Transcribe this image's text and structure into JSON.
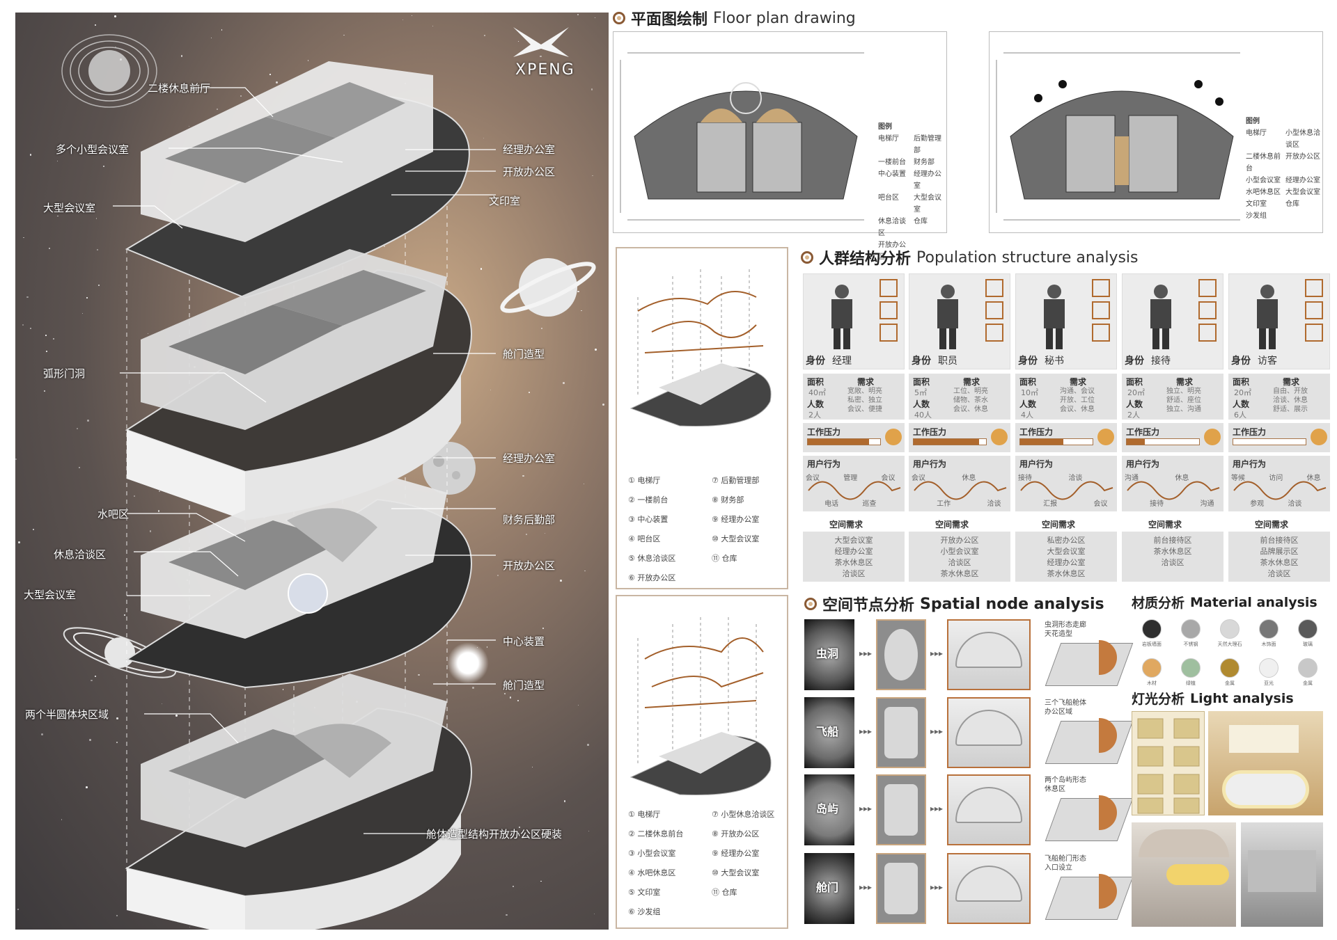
{
  "brand": {
    "logo_text": "XPENG"
  },
  "left_callouts": [
    "二楼休息前厅",
    "多个小型会议室",
    "经理办公室",
    "开放办公区",
    "大型会议室",
    "文印室",
    "弧形门洞",
    "舱门造型",
    "经理办公室",
    "水吧区",
    "财务后勤部",
    "休息洽谈区",
    "开放办公区",
    "大型会议室",
    "中心装置",
    "舱门造型",
    "两个半圆体块区域",
    "舱体造型结构开放办公区硬装"
  ],
  "floor_plan": {
    "title_cn": "平面图绘制",
    "title_en": "Floor plan drawing",
    "legend1_title": "图例",
    "legend1": [
      "电梯厅",
      "后勤管理部",
      "一楼前台",
      "财务部",
      "中心装置",
      "经理办公室",
      "吧台区",
      "大型会议室",
      "休息洽谈区",
      "仓库",
      "开放办公区"
    ],
    "legend2_title": "图例",
    "legend2": [
      "电梯厅",
      "小型休息洽谈区",
      "二楼休息前台",
      "开放办公区",
      "小型会议室",
      "经理办公室",
      "水吧休息区",
      "大型会议室",
      "文印室",
      "仓库",
      "沙发组"
    ]
  },
  "node_legend_1": [
    "电梯厅",
    "后勤管理部",
    "一楼前台",
    "财务部",
    "中心装置",
    "经理办公室",
    "吧台区",
    "大型会议室",
    "休息洽谈区",
    "仓库",
    "开放办公区"
  ],
  "node_legend_2": [
    "电梯厅",
    "小型休息洽谈区",
    "二楼休息前台",
    "开放办公区",
    "小型会议室",
    "经理办公室",
    "水吧休息区",
    "大型会议室",
    "文印室",
    "仓库",
    "沙发组"
  ],
  "node_nums_1": [
    "①",
    "⑦",
    "②",
    "⑧",
    "③",
    "⑨",
    "④",
    "⑩",
    "⑤",
    "⑪",
    "⑥"
  ],
  "node_nums_2": [
    "①",
    "⑦",
    "②",
    "⑧",
    "③",
    "⑨",
    "④",
    "⑩",
    "⑤",
    "⑪",
    "⑥"
  ],
  "population": {
    "title_cn": "人群结构分析",
    "title_en": "Population structure analysis",
    "labels": {
      "identity": "身份",
      "area": "面积",
      "need": "需求",
      "people": "人数",
      "pressure": "工作压力",
      "behavior": "用户行为",
      "space_need": "空间需求"
    },
    "personas": [
      {
        "role": "经理",
        "area": "40㎡",
        "people": "2人",
        "needs": "宽敞、明亮\n私密、独立\n会议、便捷",
        "pressure": 0.85,
        "beh": [
          "会议",
          "电话",
          "管理",
          "巡查",
          "会议"
        ],
        "spaces": [
          "大型会议室",
          "经理办公室",
          "茶水休息区",
          "洽谈区"
        ]
      },
      {
        "role": "职员",
        "area": "5㎡",
        "people": "40人",
        "needs": "工位、明亮\n储物、茶水\n会议、休息",
        "pressure": 0.9,
        "beh": [
          "会议",
          "工作",
          "休息",
          "洽谈"
        ],
        "spaces": [
          "开放办公区",
          "小型会议室",
          "洽谈区",
          "茶水休息区"
        ]
      },
      {
        "role": "秘书",
        "area": "10㎡",
        "people": "4人",
        "needs": "沟通、会议\n开放、工位\n会议、休息",
        "pressure": 0.6,
        "beh": [
          "接待",
          "汇报",
          "洽谈",
          "会议"
        ],
        "spaces": [
          "私密办公区",
          "大型会议室",
          "经理办公室",
          "茶水休息区"
        ]
      },
      {
        "role": "接待",
        "area": "20㎡",
        "people": "2人",
        "needs": "独立、明亮\n舒适、座位\n独立、沟通",
        "pressure": 0.25,
        "beh": [
          "沟通",
          "接待",
          "休息",
          "沟通"
        ],
        "spaces": [
          "前台接待区",
          "茶水休息区",
          "洽谈区"
        ]
      },
      {
        "role": "访客",
        "area": "20㎡",
        "people": "6人",
        "needs": "自由、开放\n洽谈、休息\n舒适、展示",
        "pressure": 0.0,
        "beh": [
          "等候",
          "参观",
          "访问",
          "洽谈",
          "休息"
        ],
        "spaces": [
          "前台接待区",
          "品牌展示区",
          "茶水休息区",
          "洽谈区"
        ]
      }
    ]
  },
  "spatial": {
    "title_cn": "空间节点分析",
    "title_en": "Spatial node analysis",
    "tags": [
      "虫洞",
      "飞船",
      "岛屿",
      "舱门"
    ],
    "notes": [
      "虫洞形态走廊\n天花造型",
      "三个飞船舱体\n办公区域",
      "两个岛屿形态\n休息区",
      "飞船舱门形态\n入口设立"
    ]
  },
  "material": {
    "title_cn": "材质分析",
    "title_en": "Material analysis",
    "swatches": [
      {
        "label": "岩板墙面",
        "color": "#2f2f2f"
      },
      {
        "label": "不锈钢",
        "color": "#a8a8a8"
      },
      {
        "label": "天然大理石",
        "color": "#d8d8d8"
      },
      {
        "label": "木饰面",
        "color": "#777777"
      },
      {
        "label": "玻璃",
        "color": "#5a5a5a"
      },
      {
        "label": "木材",
        "color": "#e0a860"
      },
      {
        "label": "绿植",
        "color": "#9fbf9f"
      },
      {
        "label": "金属",
        "color": "#b08a30"
      },
      {
        "label": "亚光",
        "color": "#f0f0f0"
      },
      {
        "label": "金属",
        "color": "#c8c8c8"
      }
    ]
  },
  "light": {
    "title_cn": "灯光分析",
    "title_en": "Light analysis"
  }
}
